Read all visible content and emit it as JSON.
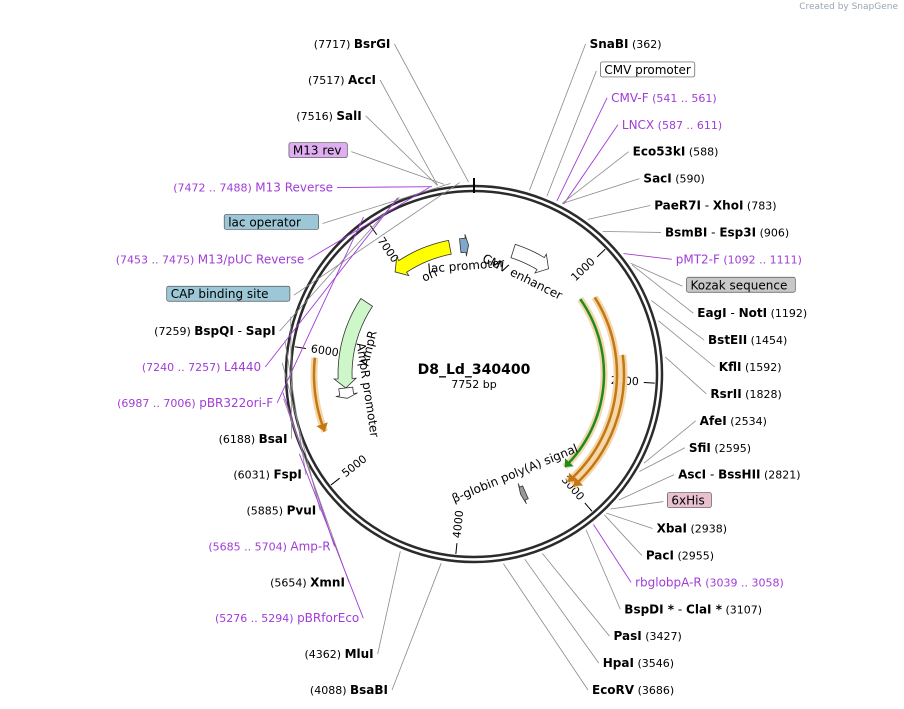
{
  "credit": "Created by SnapGene",
  "plasmid": {
    "name": "D8_Ld_340400",
    "size": "7752 bp",
    "length": 7752
  },
  "scale": [
    "1000",
    "2000",
    "3000",
    "4000",
    "5000",
    "6000",
    "7000"
  ],
  "features": [
    {
      "name": "CMV enhancer",
      "start": 380,
      "end": 760,
      "dir": 1,
      "color": "#ffffff"
    },
    {
      "name": "lac promoter",
      "start": 7620,
      "end": 7700,
      "dir": 1,
      "color": "#7fa8c9"
    },
    {
      "name": "ori",
      "start": 6940,
      "end": 7520,
      "dir": -1,
      "color": "#ffff00"
    },
    {
      "name": "AmpR",
      "start": 5680,
      "end": 6540,
      "dir": -1,
      "color": "#cdf7c9"
    },
    {
      "name": "AmpR promoter",
      "start": 5580,
      "end": 5680,
      "dir": -1,
      "color": "#ffffff"
    },
    {
      "name": "β-globin poly(A) signal",
      "start": 3370,
      "end": 3420,
      "dir": 1,
      "color": "#999999"
    }
  ],
  "orfs": [
    {
      "start": 1180,
      "end": 2920,
      "color": "#1f8a1f",
      "dir": 1
    },
    {
      "start": 1240,
      "end": 2990,
      "color": "#c47712",
      "dir": 1
    },
    {
      "start": 1780,
      "end": 2980,
      "color": "#c47712",
      "dir": 1
    },
    {
      "start": 5360,
      "end": 5940,
      "color": "#c47712",
      "dir": -1
    }
  ],
  "labels_right": [
    {
      "name": "SnaBI",
      "pos": "(362)",
      "bp": 362,
      "kind": "site"
    },
    {
      "name": "CMV promoter",
      "bp": 480,
      "kind": "feature",
      "fill": "#ffffff"
    },
    {
      "name": "CMV-F",
      "pos": "(541 .. 561)",
      "bp": 551,
      "kind": "primer"
    },
    {
      "name": "LNCX",
      "pos": "(587 .. 611)",
      "bp": 599,
      "kind": "primer"
    },
    {
      "name": "Eco53kI",
      "pos": "(588)",
      "bp": 588,
      "kind": "site"
    },
    {
      "name": "SacI",
      "pos": "(590)",
      "bp": 590,
      "kind": "site"
    },
    {
      "name": "PaeR7I",
      "name2": "XhoI",
      "pos": "(783)",
      "bp": 783,
      "kind": "site2"
    },
    {
      "name": "BsmBI",
      "name2": "Esp3I",
      "pos": "(906)",
      "bp": 906,
      "kind": "site2"
    },
    {
      "name": "pMT2-F",
      "pos": "(1092 .. 1111)",
      "bp": 1101,
      "kind": "primer"
    },
    {
      "name": "Kozak sequence",
      "bp": 1180,
      "kind": "feature",
      "fill": "#c8c8c8"
    },
    {
      "name": "EagI",
      "name2": "NotI",
      "pos": "(1192)",
      "bp": 1192,
      "kind": "site2"
    },
    {
      "name": "BstEII",
      "pos": "(1454)",
      "bp": 1454,
      "kind": "site"
    },
    {
      "name": "KflI",
      "pos": "(1592)",
      "bp": 1592,
      "kind": "site"
    },
    {
      "name": "RsrII",
      "pos": "(1828)",
      "bp": 1828,
      "kind": "site"
    },
    {
      "name": "AfeI",
      "pos": "(2534)",
      "bp": 2534,
      "kind": "site"
    },
    {
      "name": "SfiI",
      "pos": "(2595)",
      "bp": 2595,
      "kind": "site"
    },
    {
      "name": "AscI",
      "name2": "BssHII",
      "pos": "(2821)",
      "bp": 2821,
      "kind": "site2"
    },
    {
      "name": "6xHis",
      "bp": 2900,
      "kind": "feature",
      "fill": "#e8c0d0"
    },
    {
      "name": "XbaI",
      "pos": "(2938)",
      "bp": 2938,
      "kind": "site"
    },
    {
      "name": "PacI",
      "pos": "(2955)",
      "bp": 2955,
      "kind": "site"
    },
    {
      "name": "rbglobpA-R",
      "pos": "(3039 .. 3058)",
      "bp": 3048,
      "kind": "primer"
    },
    {
      "name": "BspDI *",
      "name2": "ClaI *",
      "pos": "(3107)",
      "bp": 3107,
      "kind": "site2"
    },
    {
      "name": "PasI",
      "pos": "(3427)",
      "bp": 3427,
      "kind": "site"
    },
    {
      "name": "HpaI",
      "pos": "(3546)",
      "bp": 3546,
      "kind": "site"
    },
    {
      "name": "EcoRV",
      "pos": "(3686)",
      "bp": 3686,
      "kind": "site"
    }
  ],
  "labels_left": [
    {
      "name": "BsrGI",
      "pos": "(7717)",
      "bp": 7717,
      "kind": "site"
    },
    {
      "name": "AccI",
      "pos": "(7517)",
      "bp": 7517,
      "kind": "site"
    },
    {
      "name": "SalI",
      "pos": "(7516)",
      "bp": 7516,
      "kind": "site"
    },
    {
      "name": "M13 rev",
      "bp": 7560,
      "kind": "feature",
      "fill": "#dfaef0"
    },
    {
      "name": "M13 Reverse",
      "pos": "(7472 .. 7488)",
      "bp": 7480,
      "kind": "primer"
    },
    {
      "name": "lac operator",
      "bp": 7600,
      "kind": "feature",
      "fill": "#9cc7d6"
    },
    {
      "name": "M13/pUC Reverse",
      "pos": "(7453 .. 7475)",
      "bp": 7464,
      "kind": "primer"
    },
    {
      "name": "CAP binding site",
      "bp": 7660,
      "kind": "feature",
      "fill": "#9cc7d6"
    },
    {
      "name": "BspQI",
      "name2": "SapI",
      "pos": "(7259)",
      "bp": 7259,
      "kind": "site2"
    },
    {
      "name": "L4440",
      "pos": "(7240 .. 7257)",
      "bp": 7248,
      "kind": "primer"
    },
    {
      "name": "pBR322ori-F",
      "pos": "(6987 .. 7006)",
      "bp": 6996,
      "kind": "primer"
    },
    {
      "name": "BsaI",
      "pos": "(6188)",
      "bp": 6188,
      "kind": "site"
    },
    {
      "name": "FspI",
      "pos": "(6031)",
      "bp": 6031,
      "kind": "site"
    },
    {
      "name": "PvuI",
      "pos": "(5885)",
      "bp": 5885,
      "kind": "site"
    },
    {
      "name": "Amp-R",
      "pos": "(5685 .. 5704)",
      "bp": 5694,
      "kind": "primer"
    },
    {
      "name": "XmnI",
      "pos": "(5654)",
      "bp": 5654,
      "kind": "site"
    },
    {
      "name": "pBRforEco",
      "pos": "(5276 .. 5294)",
      "bp": 5285,
      "kind": "primer"
    },
    {
      "name": "MluI",
      "pos": "(4362)",
      "bp": 4362,
      "kind": "site"
    },
    {
      "name": "BsaBI",
      "pos": "(4088)",
      "bp": 4088,
      "kind": "site"
    }
  ]
}
